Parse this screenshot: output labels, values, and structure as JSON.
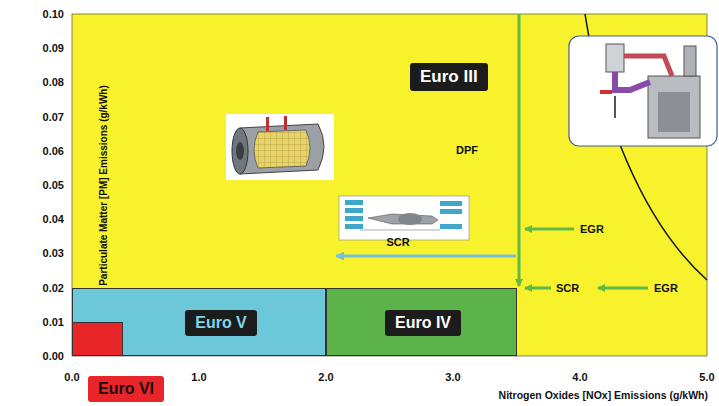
{
  "diagram": {
    "nodes": [
      {
        "text": [
          "Euro III"
        ]
      },
      {
        "text": [
          "Euro IV"
        ]
      },
      {
        "text": [
          "Euro V"
        ]
      },
      {
        "text": [
          "Euro VI"
        ]
      }
    ],
    "labels": [
      "0.10",
      "0.09",
      "0.08",
      "0.07",
      "0.06",
      "0.05",
      "0.04",
      "0.03",
      "0.02",
      "0.01",
      "0.00",
      "Particulate Matter [PM] Emissions (g/kWh)",
      "0.0",
      "1.0",
      "2.0",
      "3.0",
      "4.0",
      "5.0",
      "Nitrogen Oxides [NOx] Emissions (g/kWh)",
      "DPF",
      "EGR",
      "SCR",
      "SCR",
      "EGR"
    ]
  }
}
